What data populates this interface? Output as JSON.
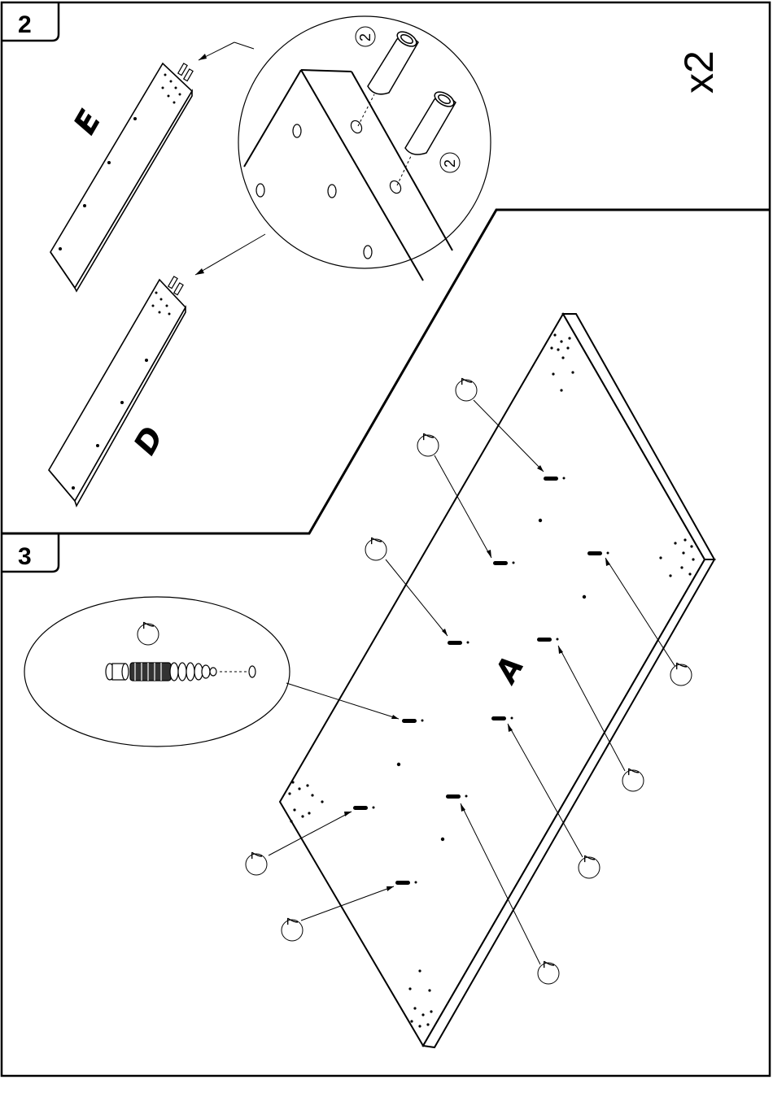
{
  "steps": [
    {
      "number": "2",
      "multiplier": "x2",
      "parts": [
        "E",
        "D"
      ],
      "callout": "2"
    },
    {
      "number": "3",
      "parts": [
        "A"
      ],
      "callout": "7"
    }
  ]
}
